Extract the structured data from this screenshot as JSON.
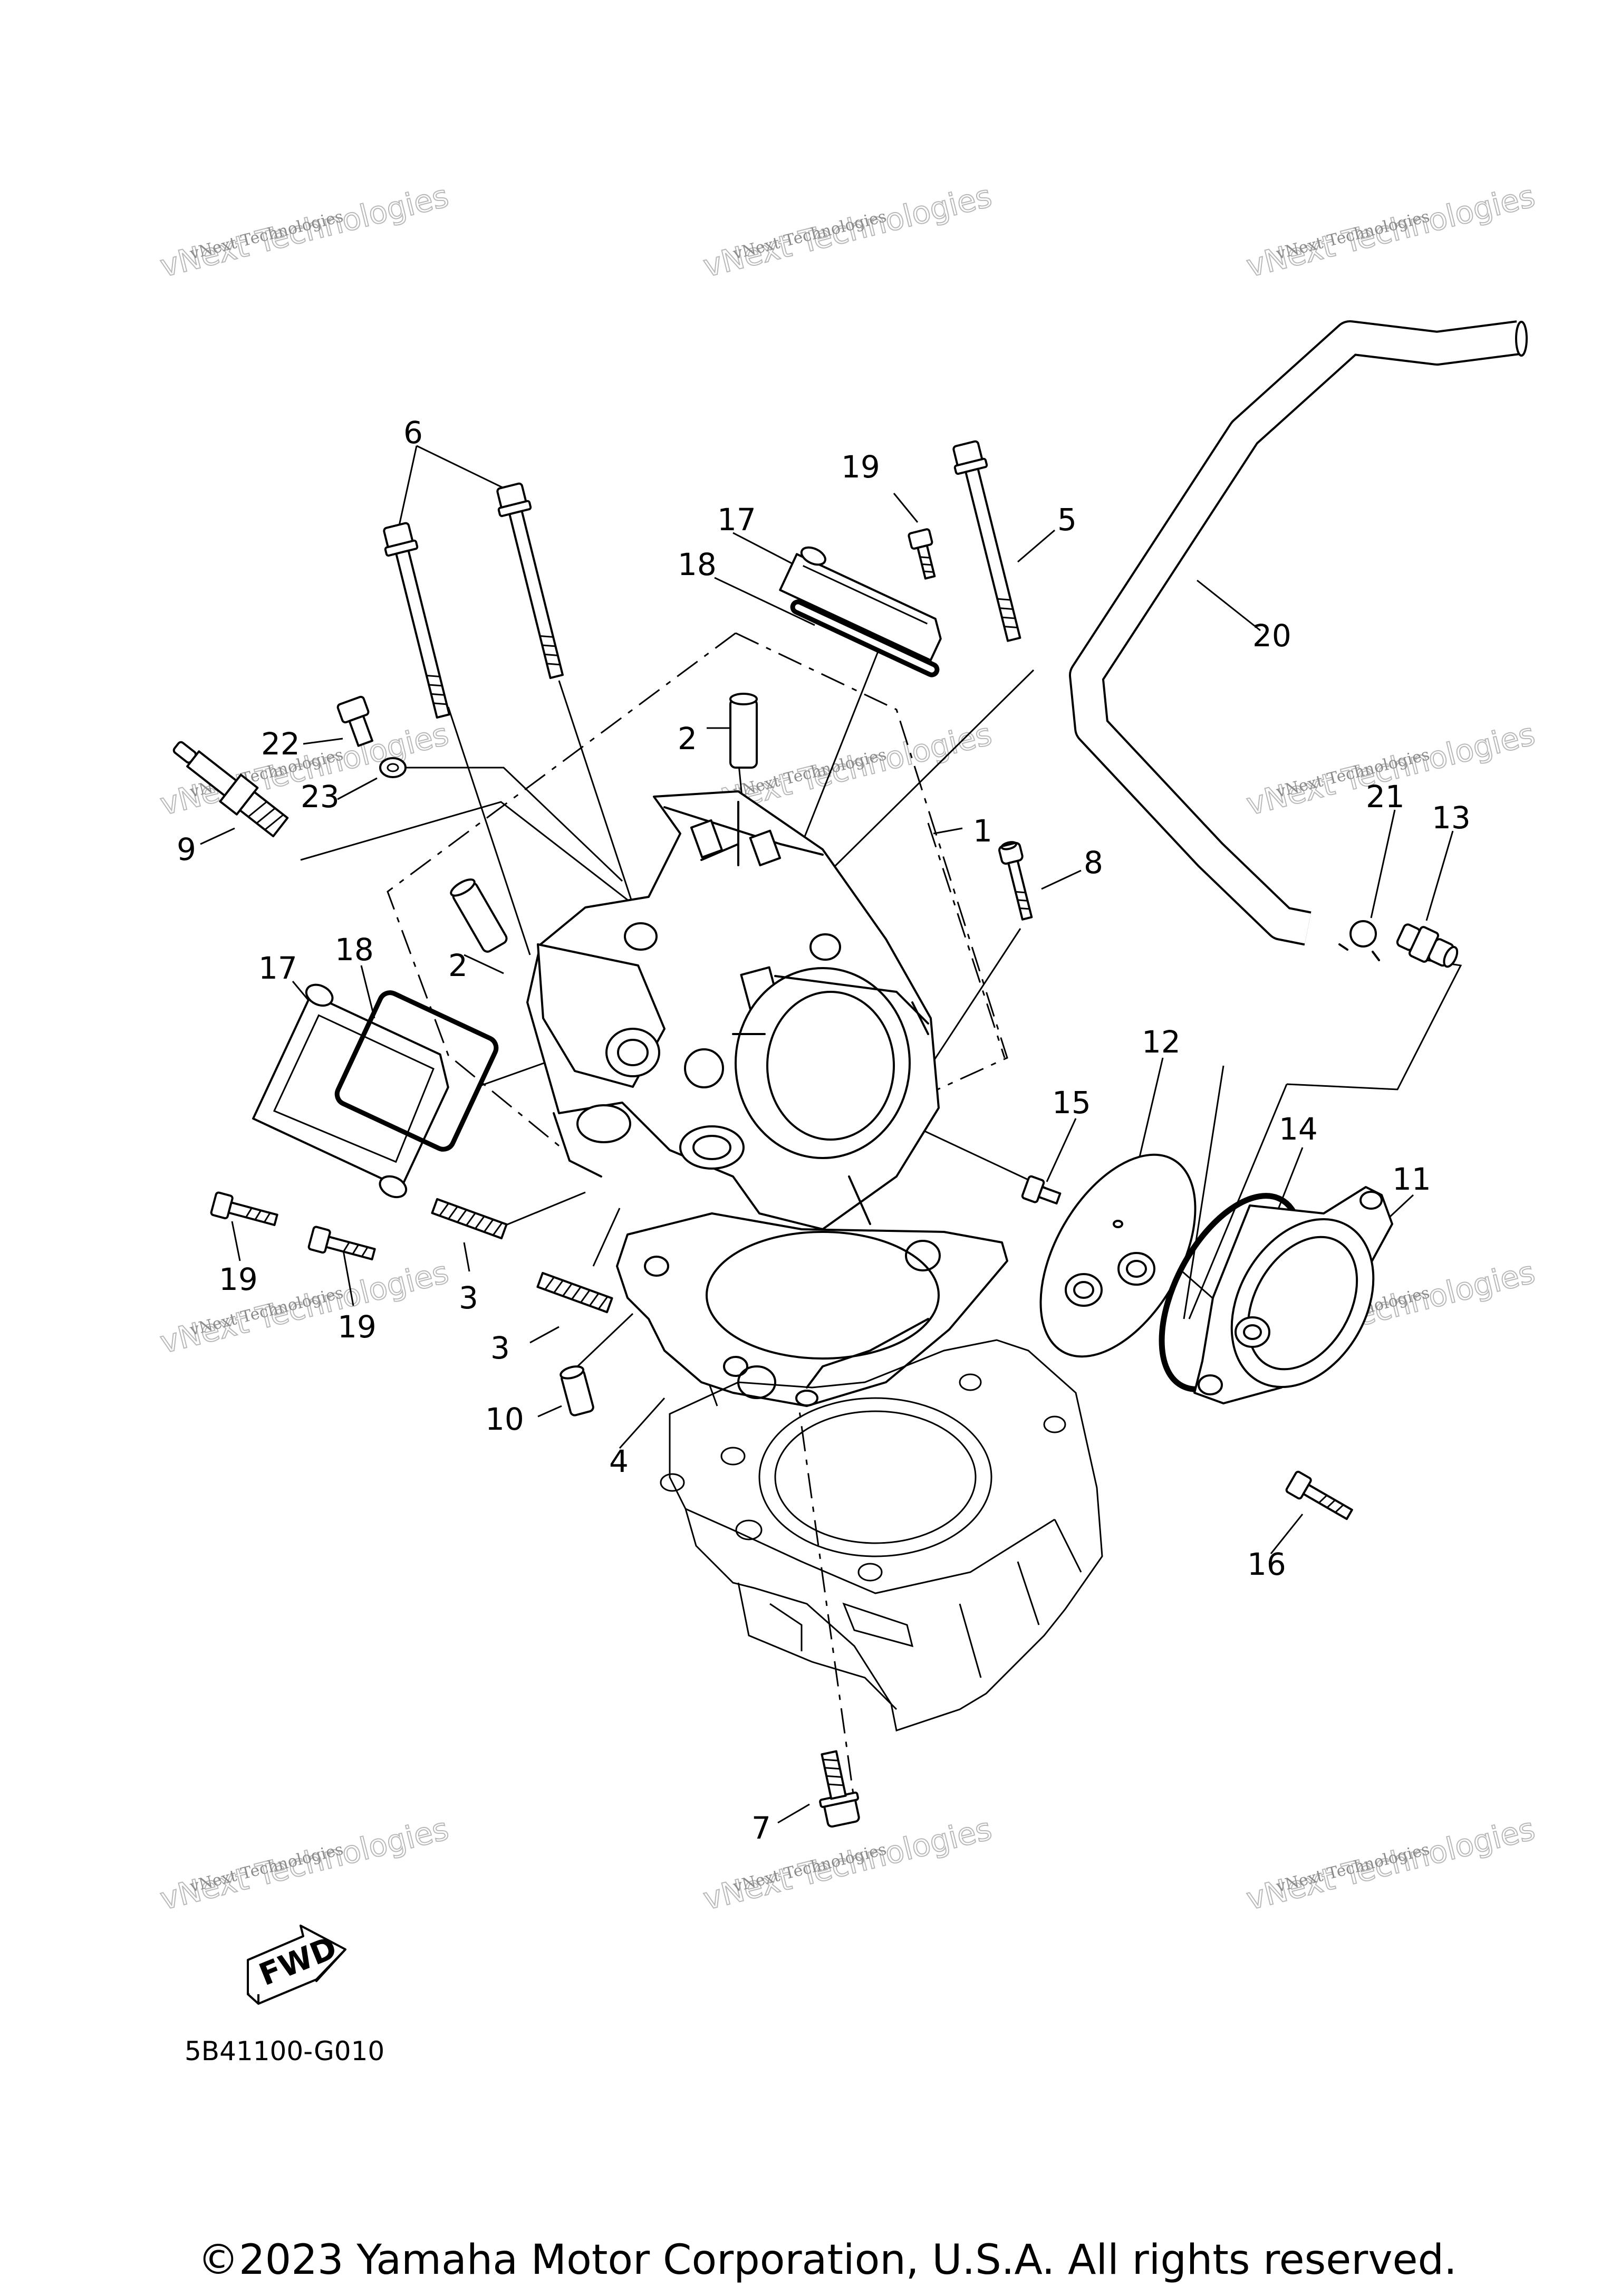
{
  "diagram": {
    "part_labels": [
      "1",
      "2",
      "2",
      "3",
      "3",
      "4",
      "5",
      "6",
      "7",
      "8",
      "9",
      "10",
      "11",
      "12",
      "13",
      "14",
      "15",
      "16",
      "17",
      "17",
      "18",
      "18",
      "19",
      "19",
      "19",
      "20",
      "21",
      "22",
      "23"
    ],
    "watermark": {
      "small": "vNext Technologies",
      "big": "vNext Technologies"
    },
    "fwd_label": "FWD",
    "drawing_code": "5B41100-G010",
    "copyright": "©2023 Yamaha Motor Corporation, U.S.A. All rights reserved."
  },
  "colors": {
    "ink": "#000000",
    "watermark": "#b8b8b8",
    "background": "#ffffff"
  },
  "icons": [
    "fwd-arrow-icon"
  ]
}
